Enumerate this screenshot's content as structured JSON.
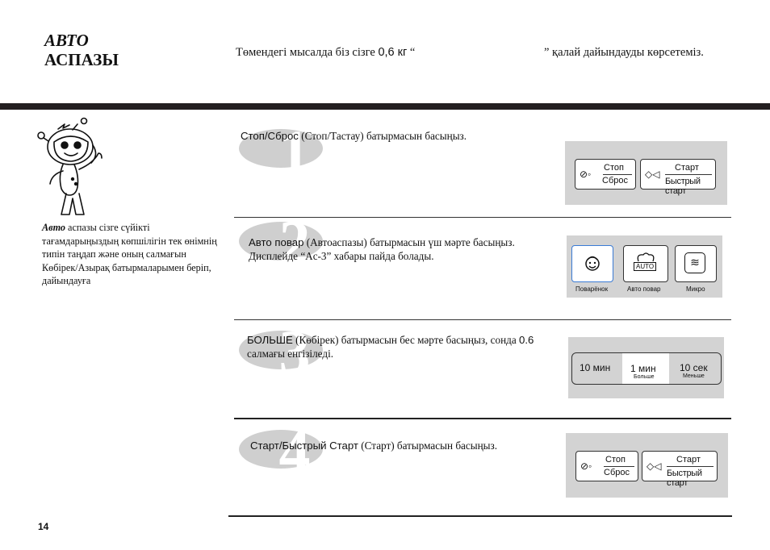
{
  "header": {
    "title_line1": "АВТО",
    "title_line2": "АСПАЗЫ",
    "intro_part1": "Төмендегі мысалда біз сізге ",
    "intro_weight": "0,6 кг",
    "intro_part2": " “",
    "intro_part3": "” қалай дайындауды көрсетеміз."
  },
  "sidebar": {
    "lead": "Авто",
    "text": " аспазы сізге сүйікті тағамдарыңыздың көпшілігін тек өнімнің типін таңдап және оның салмағын Көбірек/Азырақ батырмаларымен беріп, дайындауға"
  },
  "steps": [
    {
      "number": "1",
      "label_sans": "Стоп/Сброс",
      "text": " (Стоп/Тастау) батырмасын басыңыз.",
      "line2": ""
    },
    {
      "number": "2",
      "label_sans": "Авто повар",
      "text": " (Автоаспазы)  батырмасын үш мәрте басыңыз.",
      "line2": "Дисплейде “Ac-3” хабары пайда болады."
    },
    {
      "number": "3",
      "label_sans": "БОЛЬШЕ",
      "text": " (Көбірек) батырмасын бес мәрте басыңыз, сонда ",
      "text_weight": "0.6",
      "line2": "салмағы енгізіледі."
    },
    {
      "number": "4",
      "label_sans": "Старт/Быстрый Старт",
      "text": " (Старт) батырмасын басыңыз.",
      "line2": ""
    }
  ],
  "panel1": {
    "stop": "Стоп",
    "reset": "Сброс",
    "start": "Старт",
    "quick": "Быстрый старт"
  },
  "panel2": {
    "chef": "Поварёнок",
    "auto_icon": "AUTO",
    "auto": "Авто повар",
    "micro": "Микро"
  },
  "panel3": {
    "b10min": "10 мин",
    "b1min": "1 мин",
    "more": "Больше",
    "b10sec": "10 сек",
    "less": "Меньше"
  },
  "panel4": {
    "stop": "Стоп",
    "reset": "Сброс",
    "start": "Старт",
    "quick": "Быстрый старт"
  },
  "footer": {
    "page": "14"
  }
}
